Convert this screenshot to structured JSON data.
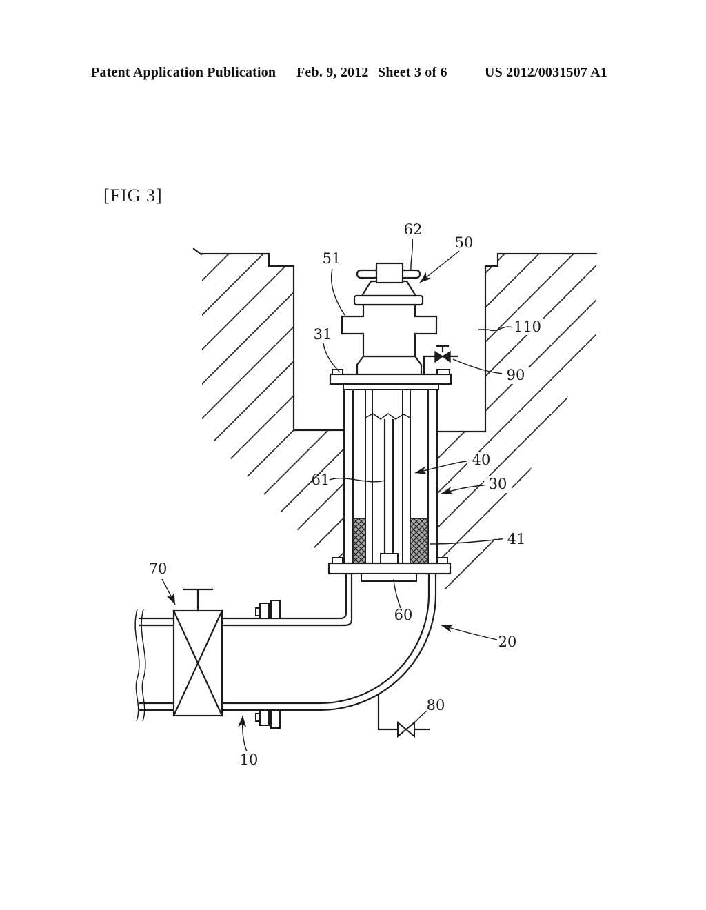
{
  "header": {
    "publication_type": "Patent Application Publication",
    "publication_date": "Feb. 9, 2012",
    "sheet_info": "Sheet 3 of 6",
    "publication_number": "US 2012/0031507 A1"
  },
  "figure": {
    "caption": "[FIG 3]",
    "reference_numerals": {
      "n10": "10",
      "n20": "20",
      "n30": "30",
      "n31": "31",
      "n40": "40",
      "n41": "41",
      "n50": "50",
      "n51": "51",
      "n60": "60",
      "n61": "61",
      "n62": "62",
      "n70": "70",
      "n80": "80",
      "n90": "90",
      "n110": "110"
    }
  },
  "colors": {
    "ink": "#1c1c1c",
    "paper": "#ffffff",
    "packing_fill": "#a8a8a8"
  }
}
